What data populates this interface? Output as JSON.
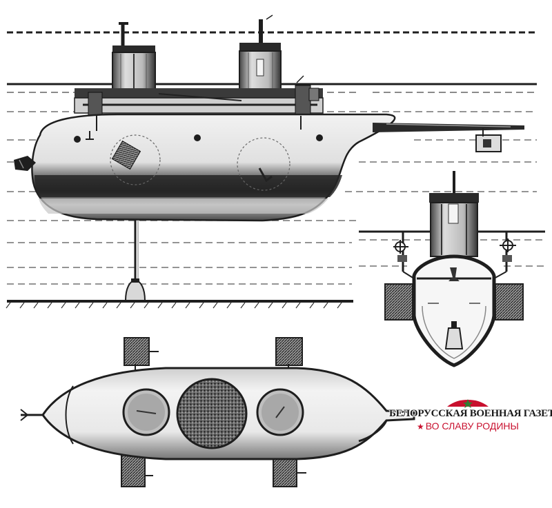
{
  "figure": {
    "views": [
      "side-elevation-view",
      "cross-section-view",
      "plan-view"
    ]
  },
  "watermark": {
    "line1": "БЕЛОРУССКАЯ ВОЕННАЯ ГАЗЕТА",
    "line2": "ВО СЛАВУ РОДИНЫ",
    "star_icon": "red-star-icon",
    "accent_color": "#c8102e"
  },
  "colors": {
    "ink": "#1e1e1e",
    "paper": "#ffffff",
    "hull_light": "#e6e6e6",
    "hull_dark": "#2a2a2a"
  }
}
